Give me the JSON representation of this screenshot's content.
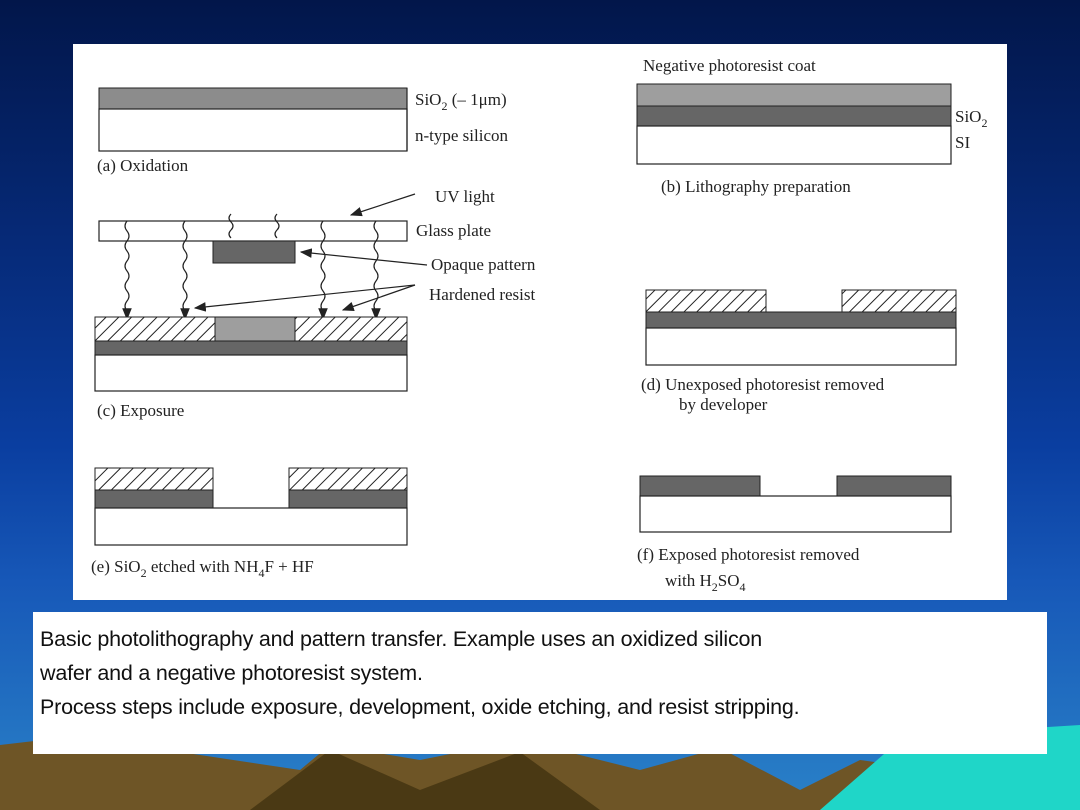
{
  "labels": {
    "oxide_thickness_prefix": "SiO",
    "oxide_thickness_sub": "2",
    "oxide_thickness_suffix": " (– 1μm)",
    "n_type": "n-type silicon",
    "step_a": "(a) Oxidation",
    "uv_light": "UV light",
    "glass_plate": "Glass  plate",
    "opaque_pattern": "Opaque  pattern",
    "hardened_resist": "Hardened  resist",
    "step_c": "(c) Exposure",
    "step_e_prefix": "(e) SiO",
    "step_e_sub": "2",
    "step_e_mid": " etched with NH",
    "step_e_sub2": "4",
    "step_e_suffix": "F + HF",
    "neg_resist": "Negative photoresist coat",
    "sio2_prefix": "SiO",
    "sio2_sub": "2",
    "si": "SI",
    "step_b": "(b) Lithography preparation",
    "step_d_line1": "(d) Unexposed photoresist removed",
    "step_d_line2": "by developer",
    "step_f_line1": "(f) Exposed photoresist removed",
    "step_f_line2_prefix": "with H",
    "step_f_line2_sub": "2",
    "step_f_line2_mid": "SO",
    "step_f_line2_sub2": "4"
  },
  "caption": {
    "line1": "Basic photolithography and pattern transfer. Example uses an oxidized silicon",
    "line2": "wafer and a negative photoresist system.",
    "line3": "Process steps include exposure, development, oxide etching, and resist stripping."
  },
  "colors": {
    "oxide": "#8c8c8c",
    "dark_oxide": "#666666",
    "resist_light": "#9e9e9e",
    "outline": "#222222"
  }
}
